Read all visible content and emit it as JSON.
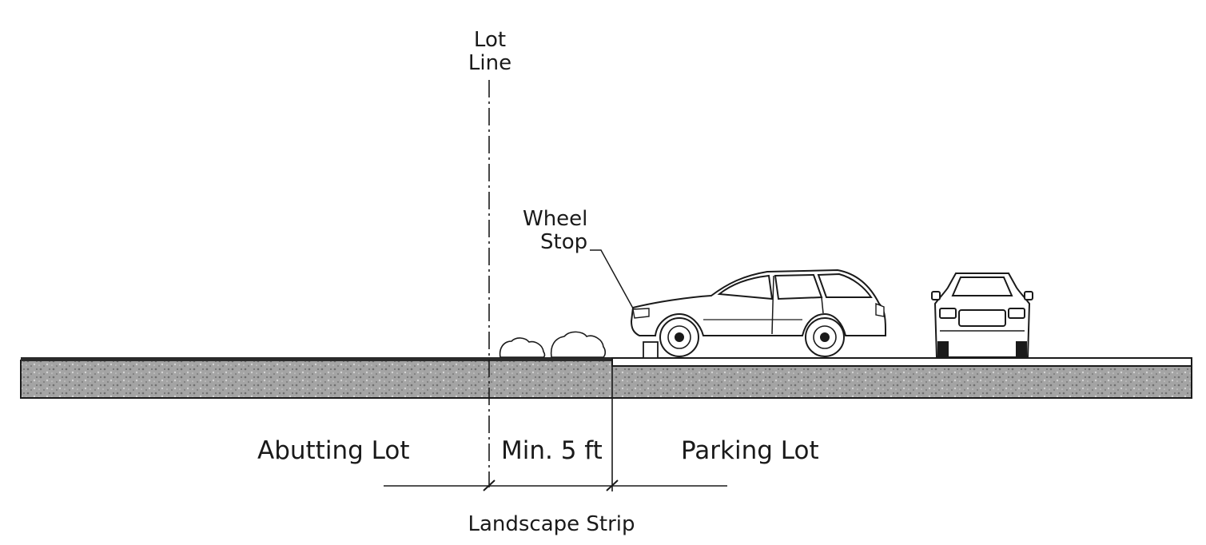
{
  "labels": {
    "lot_line": [
      "Lot",
      "Line"
    ],
    "wheel_stop": [
      "Wheel",
      "Stop"
    ],
    "abutting_lot": "Abutting Lot",
    "min_distance": "Min. 5 ft",
    "parking_lot": "Parking Lot",
    "landscape_strip": "Landscape Strip"
  },
  "colors": {
    "ink": "#1a1a1a",
    "ground_fill": "#9a9a9a",
    "ground_band": "#bdbdbd",
    "car_fill": "#ffffff",
    "background": "#ffffff"
  }
}
